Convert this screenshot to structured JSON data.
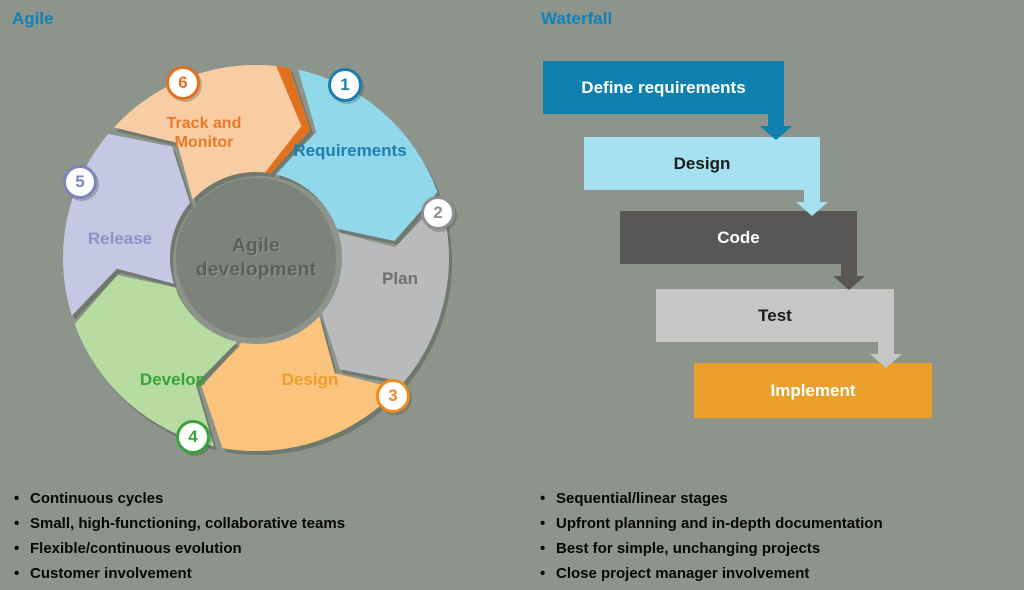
{
  "theme": {
    "background": "#8d948b",
    "title_color": "#0e82bb",
    "center_circle_color": "#7d827a",
    "center_text_color": "#5a5f5c",
    "bullet_text_color": "#060606"
  },
  "agile": {
    "title": "Agile",
    "center_label": "Agile\ndevelopment",
    "segments": [
      {
        "id": "requirements",
        "label": "Requirements",
        "number": "1",
        "fill": "#92d8eb",
        "text_color": "#1b7fb0",
        "badge_color": "#1a7fae"
      },
      {
        "id": "plan",
        "label": "Plan",
        "number": "2",
        "fill": "#b9babb",
        "text_color": "#6f7072",
        "badge_color": "#8e8f92"
      },
      {
        "id": "design",
        "label": "Design",
        "number": "3",
        "fill": "#fbc47e",
        "text_color": "#ec9f2a",
        "badge_color": "#ee8a1e"
      },
      {
        "id": "develop",
        "label": "Develop",
        "number": "4",
        "fill": "#b6dca1",
        "text_color": "#3aa23a",
        "badge_color": "#3aa23a"
      },
      {
        "id": "release",
        "label": "Release",
        "number": "5",
        "fill": "#c4c8e2",
        "text_color": "#8d93c6",
        "badge_color": "#7e84b8"
      },
      {
        "id": "track-and-monitor",
        "label": "Track and\nMonitor",
        "number": "6",
        "fill": "#f9cda4",
        "text_color": "#e87a28",
        "badge_color": "#e0711f",
        "edge_band_color": "#e0711f"
      }
    ],
    "bullets": [
      "Continuous cycles",
      "Small, high-functioning, collaborative teams",
      "Flexible/continuous evolution",
      "Customer involvement"
    ]
  },
  "waterfall": {
    "title": "Waterfall",
    "steps": [
      {
        "label": "Define requirements",
        "fill": "#0f80ad",
        "text_color": "#ffffff"
      },
      {
        "label": "Design",
        "fill": "#a6e1f1",
        "text_color": "#1a1a1a"
      },
      {
        "label": "Code",
        "fill": "#595755",
        "text_color": "#ffffff"
      },
      {
        "label": "Test",
        "fill": "#c6c6c4",
        "text_color": "#1a1a1a"
      },
      {
        "label": "Implement",
        "fill": "#e9a02b",
        "text_color": "#ffffff"
      }
    ],
    "bullets": [
      "Sequential/linear stages",
      "Upfront planning and in-depth documentation",
      "Best for simple, unchanging projects",
      "Close project manager involvement"
    ]
  }
}
